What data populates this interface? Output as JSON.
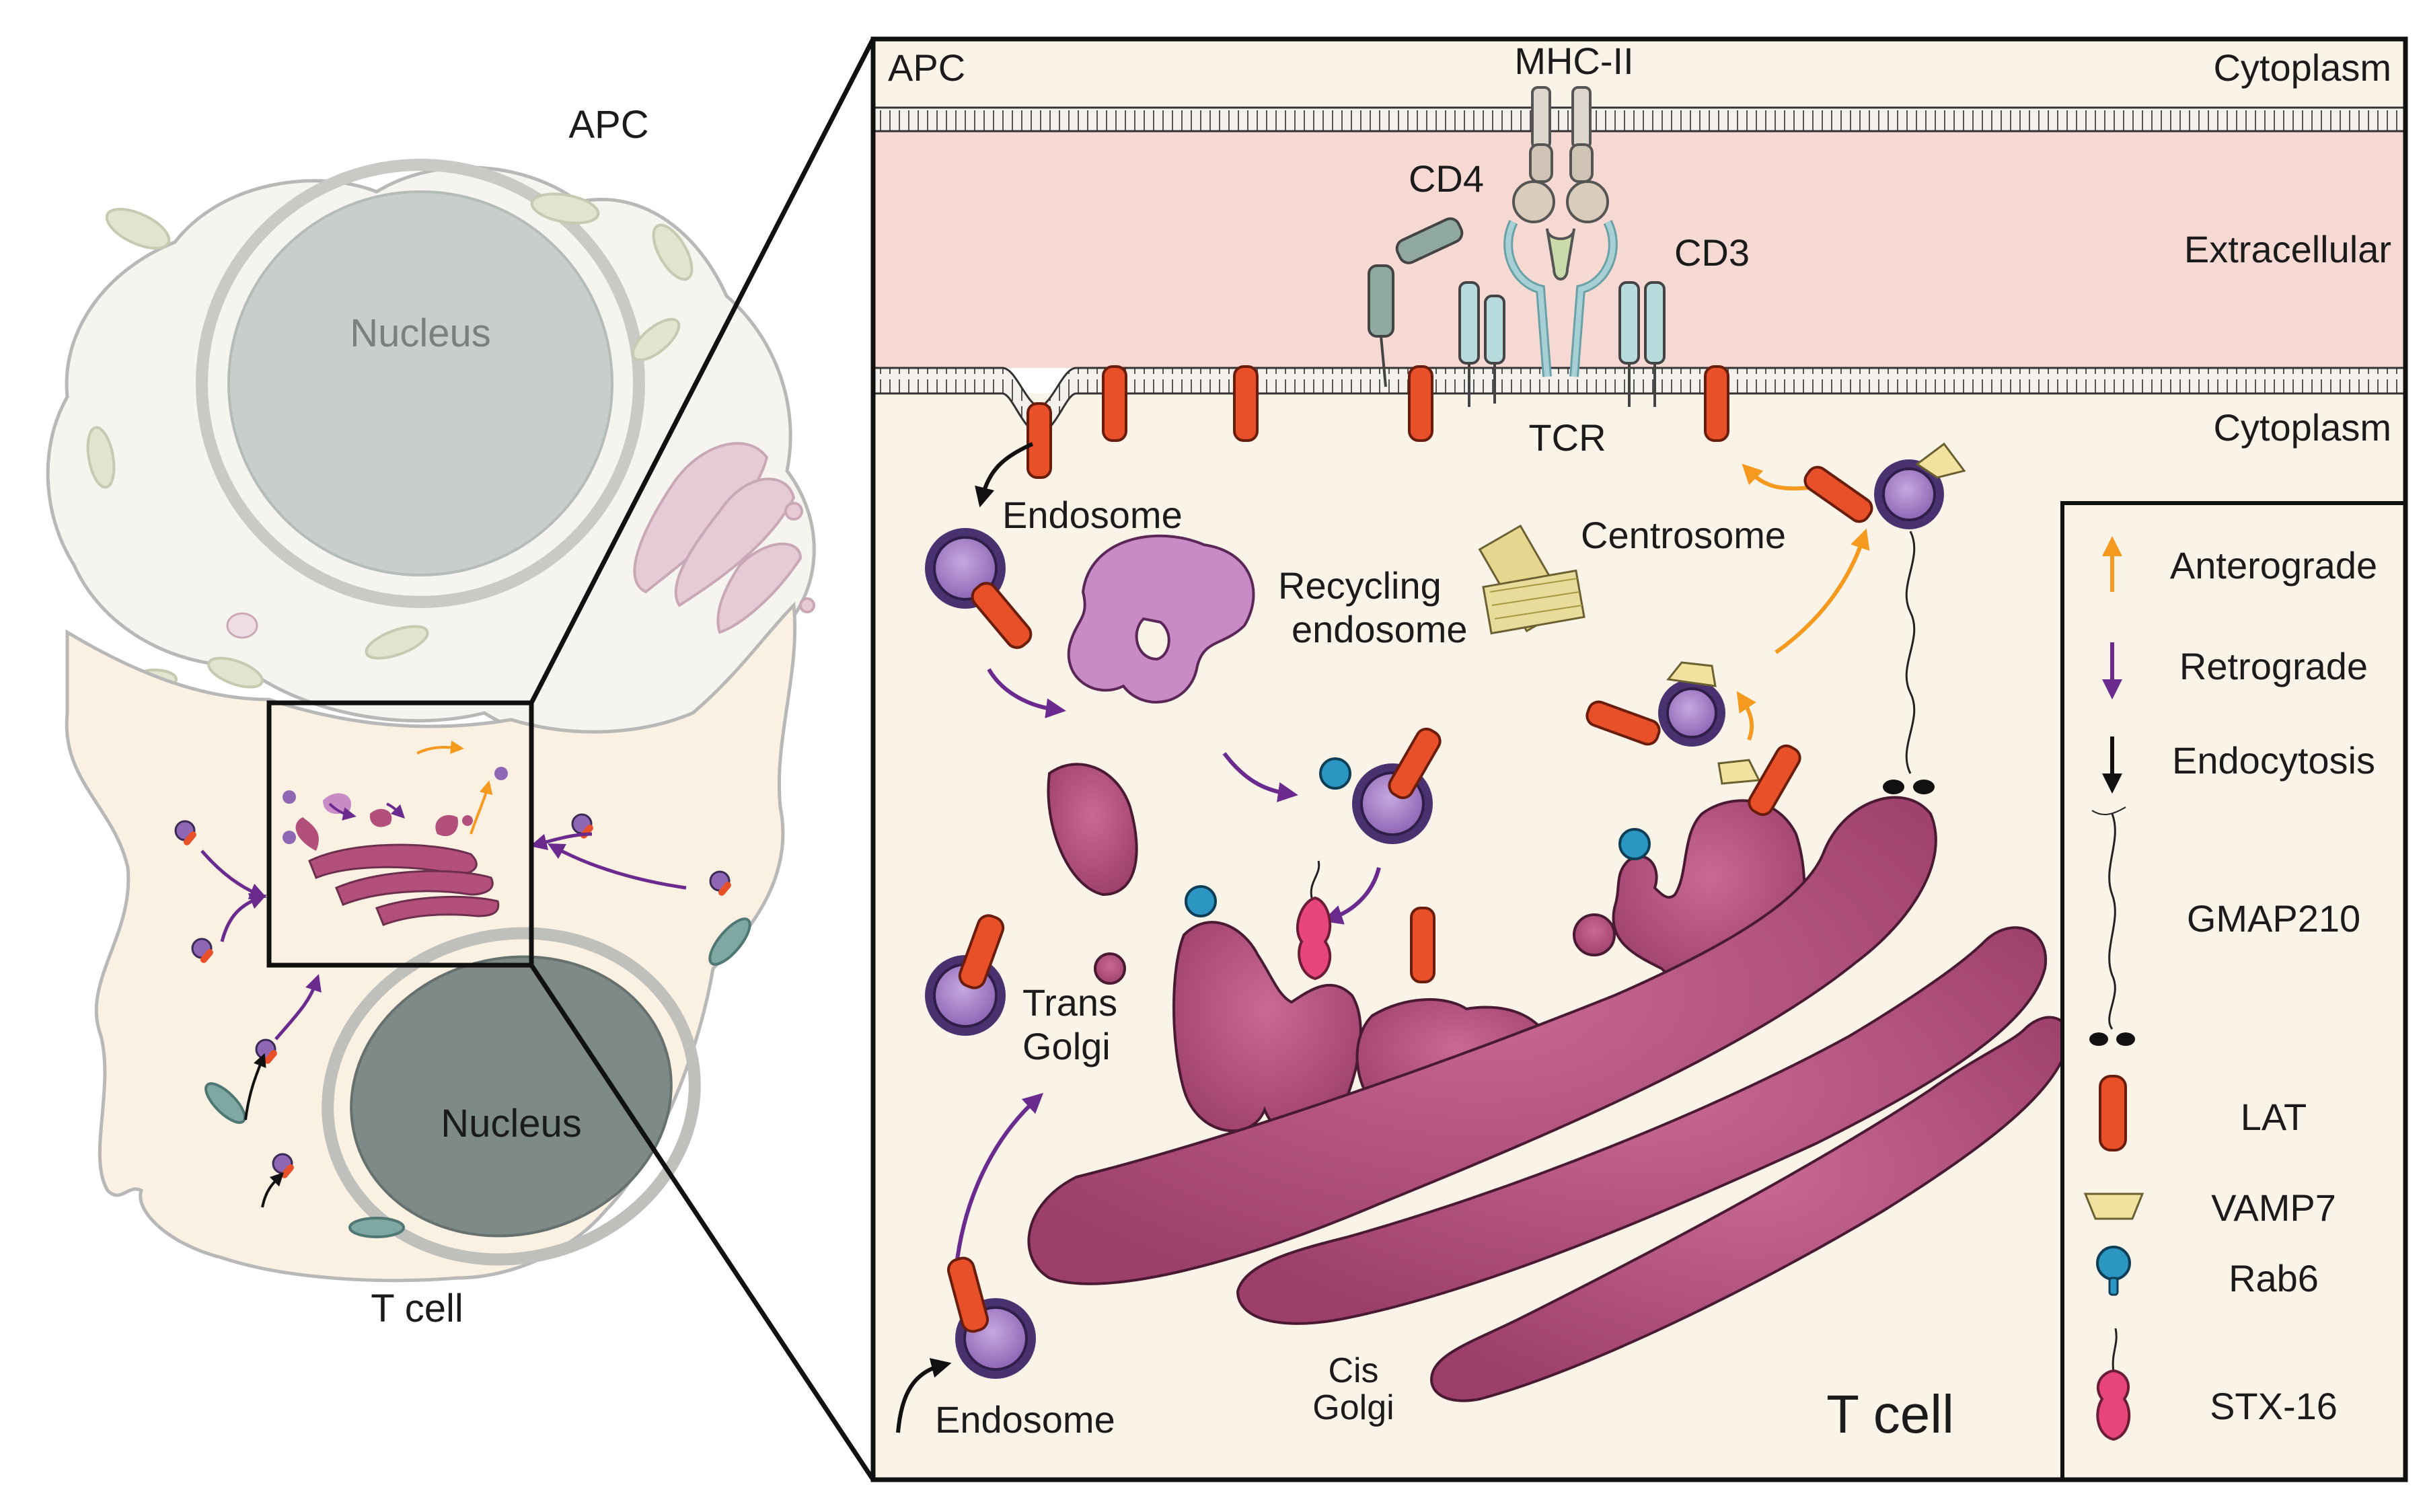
{
  "overview": {
    "apc_label": "APC",
    "apc_nucleus_label": "Nucleus",
    "tcell_nucleus_label": "Nucleus",
    "tcell_label": "T cell"
  },
  "detail": {
    "apc_label": "APC",
    "top_cytoplasm_label": "Cytoplasm",
    "extracellular_label": "Extracellular",
    "bottom_cytoplasm_label": "Cytoplasm",
    "mhc_label": "MHC-II",
    "cd4_label": "CD4",
    "cd3_label": "CD3",
    "tcr_label": "TCR",
    "endosome_top_label": "Endosome",
    "recycling_label_1": "Recycling",
    "recycling_label_2": "endosome",
    "centrosome_label": "Centrosome",
    "trans_golgi_label_1": "Trans",
    "trans_golgi_label_2": "Golgi",
    "cis_golgi_label_1": "Cis",
    "cis_golgi_label_2": "Golgi",
    "endosome_bottom_label": "Endosome",
    "tcell_label": "T cell"
  },
  "legend": {
    "items": [
      {
        "label": "Anterograde",
        "icon": "orange-up-arrow-icon"
      },
      {
        "label": "Retrograde",
        "icon": "purple-down-arrow-icon"
      },
      {
        "label": "Endocytosis",
        "icon": "black-down-arrow-icon"
      },
      {
        "label": "GMAP210",
        "icon": "gmap210-tether-icon"
      },
      {
        "label": "LAT",
        "icon": "lat-protein-icon"
      },
      {
        "label": "VAMP7",
        "icon": "vamp7-protein-icon"
      },
      {
        "label": "Rab6",
        "icon": "rab6-protein-icon"
      },
      {
        "label": "STX-16",
        "icon": "stx16-protein-icon"
      }
    ]
  },
  "colors": {
    "extracellular": "#f7d9d3",
    "cytoplasm": "#faf3e8",
    "golgi": "#b34f7b",
    "recycling_endosome": "#c98bc6",
    "endosome": "#a27fc2",
    "lat": "#e8502a",
    "vamp7": "#f2e2a0",
    "rab6": "#2b96c2",
    "stx16": "#e8457c",
    "anterograde": "#f59a1e",
    "retrograde": "#6b2a8e",
    "endocytosis": "#111111",
    "nucleus": "#b8c2c0"
  }
}
